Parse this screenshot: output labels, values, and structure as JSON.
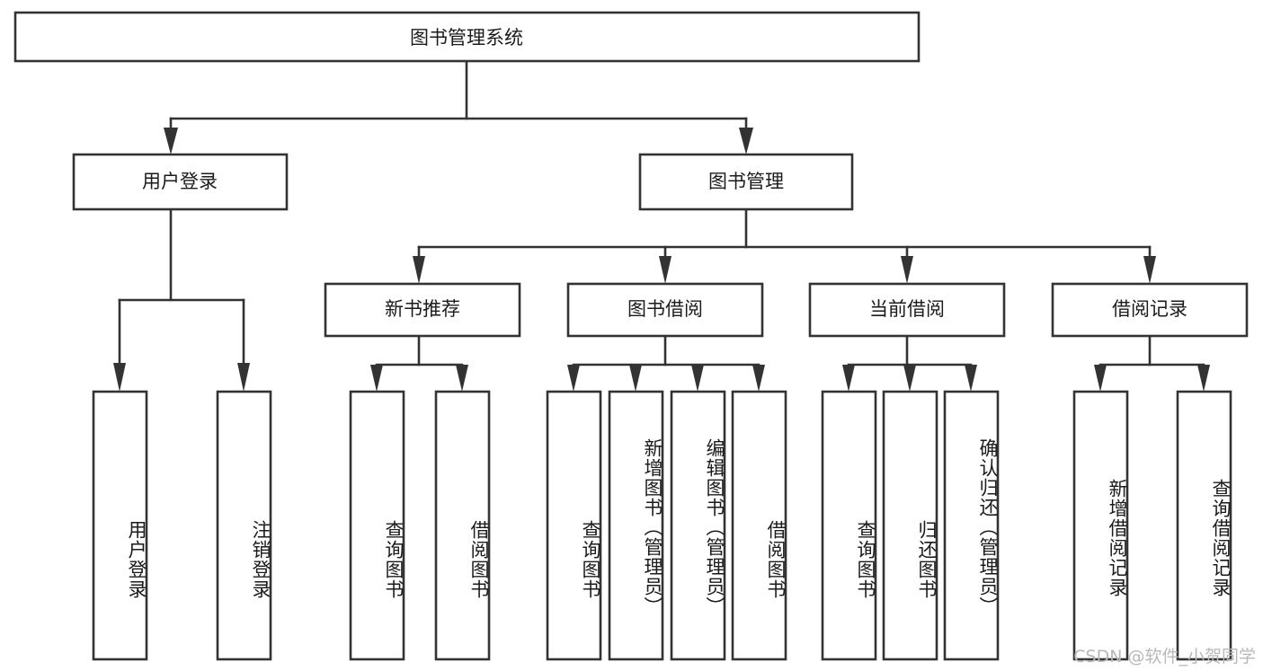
{
  "diagram": {
    "title": "图书管理系统",
    "type": "tree-hierarchy",
    "root": {
      "id": "root",
      "label": "图书管理系统"
    },
    "level2": [
      {
        "id": "user-login",
        "label": "用户登录"
      },
      {
        "id": "book-manage",
        "label": "图书管理"
      }
    ],
    "level3": [
      {
        "id": "new-book-recommend",
        "label": "新书推荐",
        "parent": "book-manage"
      },
      {
        "id": "book-borrow",
        "label": "图书借阅",
        "parent": "book-manage"
      },
      {
        "id": "current-borrow",
        "label": "当前借阅",
        "parent": "book-manage"
      },
      {
        "id": "borrow-record",
        "label": "借阅记录",
        "parent": "book-manage"
      }
    ],
    "leaves": [
      {
        "id": "leaf-user-login",
        "label": "用户登录",
        "parent": "user-login"
      },
      {
        "id": "leaf-logout-login",
        "label": "注销登录",
        "parent": "user-login"
      },
      {
        "id": "leaf-query-book-1",
        "label": "查询图书",
        "parent": "new-book-recommend"
      },
      {
        "id": "leaf-borrow-book-1",
        "label": "借阅图书",
        "parent": "new-book-recommend"
      },
      {
        "id": "leaf-query-book-2",
        "label": "查询图书",
        "parent": "book-borrow"
      },
      {
        "id": "leaf-add-book",
        "label": "新增图书（管理员）",
        "parent": "book-borrow"
      },
      {
        "id": "leaf-edit-book",
        "label": "编辑图书（管理员）",
        "parent": "book-borrow"
      },
      {
        "id": "leaf-borrow-book-2",
        "label": "借阅图书",
        "parent": "book-borrow"
      },
      {
        "id": "leaf-query-book-3",
        "label": "查询图书",
        "parent": "current-borrow"
      },
      {
        "id": "leaf-return-book",
        "label": "归还图书",
        "parent": "current-borrow"
      },
      {
        "id": "leaf-confirm-return",
        "label": "确认归还（管理员）",
        "parent": "current-borrow"
      },
      {
        "id": "leaf-add-record",
        "label": "新增借阅记录",
        "parent": "borrow-record"
      },
      {
        "id": "leaf-query-record",
        "label": "查询借阅记录",
        "parent": "borrow-record"
      }
    ],
    "colors": {
      "box_stroke": "#333333",
      "box_fill": "#ffffff",
      "text": "#1b1b1b",
      "background": "#ffffff",
      "watermark": "#b8b8b8"
    }
  },
  "watermark": {
    "text": "CSDN @软件_小贺同学"
  }
}
